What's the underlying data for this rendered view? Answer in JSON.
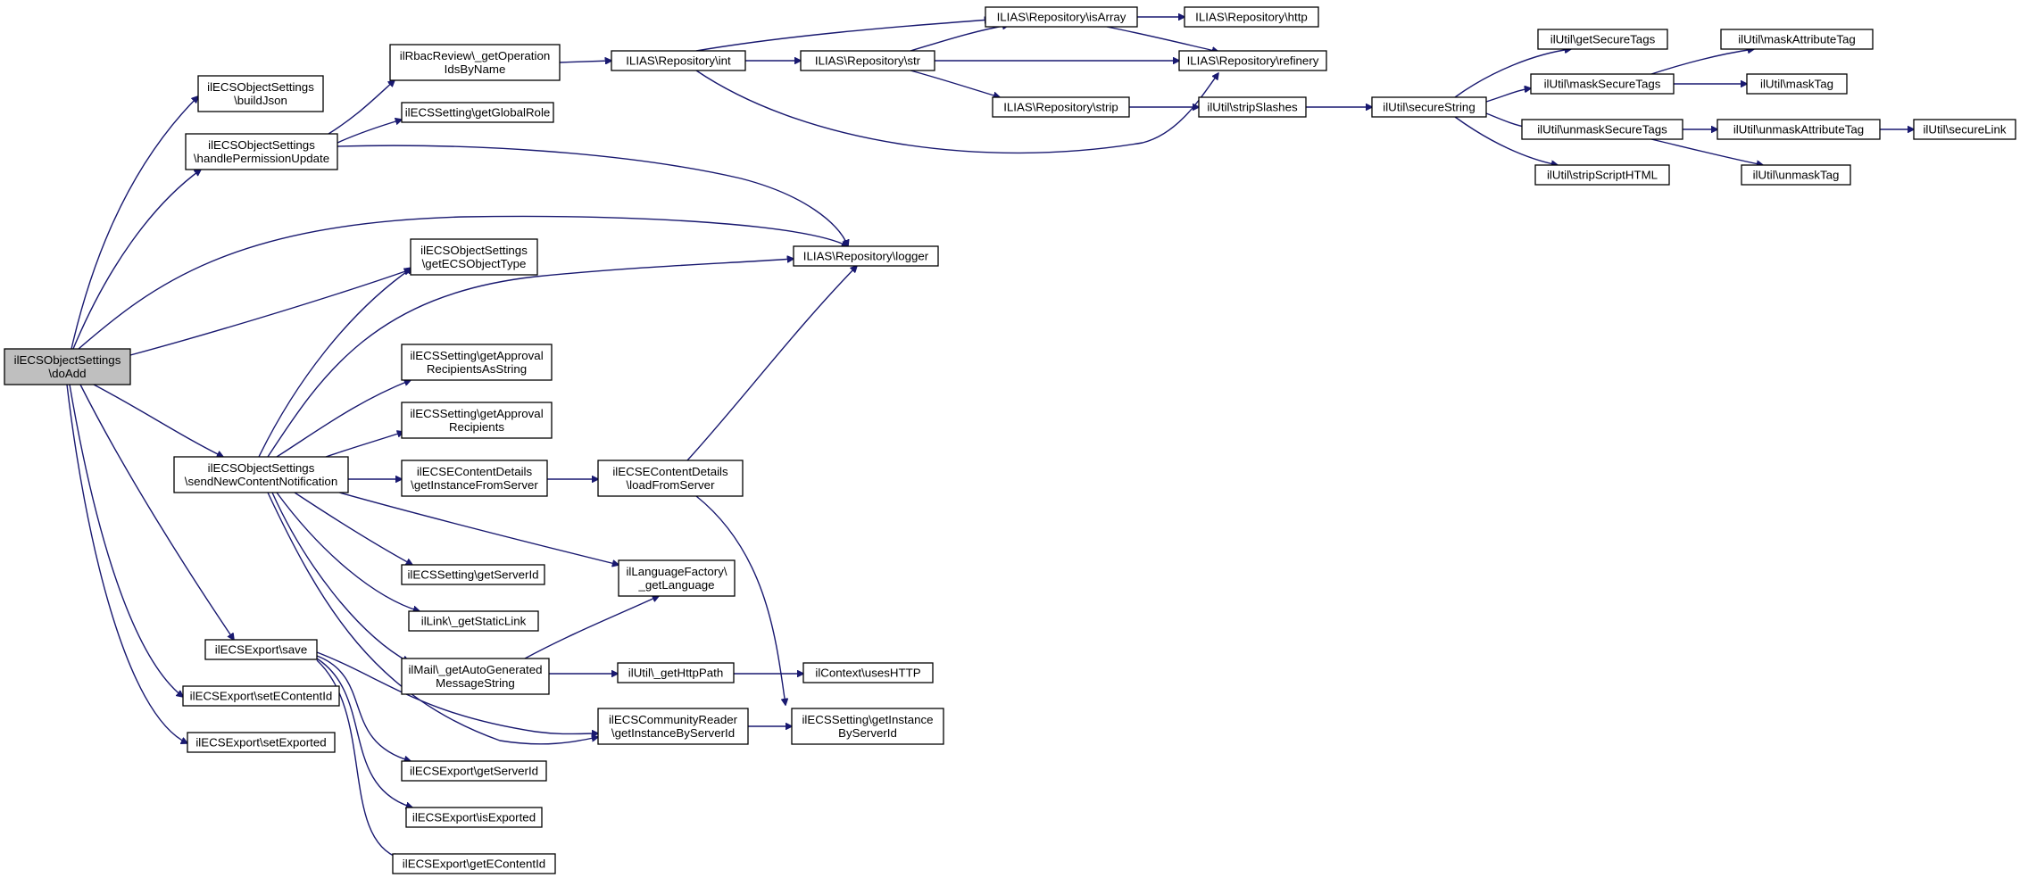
{
  "diagram": {
    "colors": {
      "edge": "#191970",
      "root_fill": "#bfbfbf",
      "node_fill": "#ffffff"
    },
    "nodes": {
      "n_doAdd": [
        "ilECSObjectSettings",
        "\\doAdd"
      ],
      "n_buildJson": [
        "ilECSObjectSettings",
        "\\buildJson"
      ],
      "n_handlePerm": [
        "ilECSObjectSettings",
        "\\handlePermissionUpdate"
      ],
      "n_sendNew": [
        "ilECSObjectSettings",
        "\\sendNewContentNotification"
      ],
      "n_save": [
        "ilECSExport\\save"
      ],
      "n_setEContentId": [
        "ilECSExport\\setEContentId"
      ],
      "n_setExported": [
        "ilECSExport\\setExported"
      ],
      "n_rbac": [
        "ilRbacReview\\_getOperation",
        "IdsByName"
      ],
      "n_getGlobalRole": [
        "ilECSSetting\\getGlobalRole"
      ],
      "n_getECSObjectType": [
        "ilECSObjectSettings",
        "\\getECSObjectType"
      ],
      "n_getApprovalStr": [
        "ilECSSetting\\getApproval",
        "RecipientsAsString"
      ],
      "n_getApproval": [
        "ilECSSetting\\getApproval",
        "Recipients"
      ],
      "n_getInstanceFromServer": [
        "ilECSEContentDetails",
        "\\getInstanceFromServer"
      ],
      "n_getServerIdSetting": [
        "ilECSSetting\\getServerId"
      ],
      "n_getStaticLink": [
        "ilLink\\_getStaticLink"
      ],
      "n_mail": [
        "ilMail\\_getAutoGenerated",
        "MessageString"
      ],
      "n_getServerIdExport": [
        "ilECSExport\\getServerId"
      ],
      "n_isExported": [
        "ilECSExport\\isExported"
      ],
      "n_getEContentId": [
        "ilECSExport\\getEContentId"
      ],
      "n_int": [
        "ILIAS\\Repository\\int"
      ],
      "n_loadFromServer": [
        "ilECSEContentDetails",
        "\\loadFromServer"
      ],
      "n_getLanguage": [
        "ilLanguageFactory\\",
        "_getLanguage"
      ],
      "n_getHttpPath": [
        "ilUtil\\_getHttpPath"
      ],
      "n_communityReader": [
        "ilECSCommunityReader",
        "\\getInstanceByServerId"
      ],
      "n_isArray": [
        "ILIAS\\Repository\\isArray"
      ],
      "n_str": [
        "ILIAS\\Repository\\str"
      ],
      "n_strip": [
        "ILIAS\\Repository\\strip"
      ],
      "n_logger": [
        "ILIAS\\Repository\\logger"
      ],
      "n_usesHTTP": [
        "ilContext\\usesHTTP"
      ],
      "n_settingInstance": [
        "ilECSSetting\\getInstance",
        "ByServerId"
      ],
      "n_http": [
        "ILIAS\\Repository\\http"
      ],
      "n_refinery": [
        "ILIAS\\Repository\\refinery"
      ],
      "n_stripSlashes": [
        "ilUtil\\stripSlashes"
      ],
      "n_secureString": [
        "ilUtil\\secureString"
      ],
      "n_getSecureTags": [
        "ilUtil\\getSecureTags"
      ],
      "n_maskSecureTags": [
        "ilUtil\\maskSecureTags"
      ],
      "n_unmaskSecureTags": [
        "ilUtil\\unmaskSecureTags"
      ],
      "n_stripScriptHTML": [
        "ilUtil\\stripScriptHTML"
      ],
      "n_maskAttributeTag": [
        "ilUtil\\maskAttributeTag"
      ],
      "n_maskTag": [
        "ilUtil\\maskTag"
      ],
      "n_unmaskAttributeTag": [
        "ilUtil\\unmaskAttributeTag"
      ],
      "n_unmaskTag": [
        "ilUtil\\unmaskTag"
      ],
      "n_secureLink": [
        "ilUtil\\secureLink"
      ]
    }
  }
}
